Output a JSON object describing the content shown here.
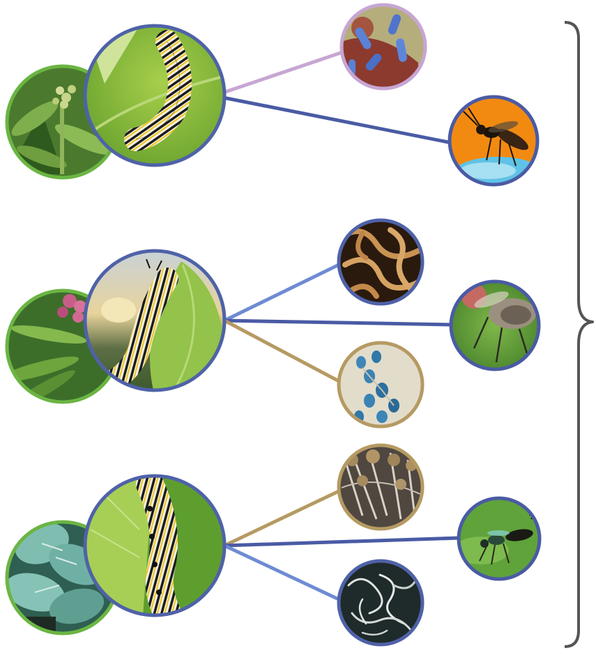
{
  "colors": {
    "plant_ring": "#6bb543",
    "caterpillar_ring": "#4f62a8",
    "bacteria_link": "#c7a6d3",
    "parasitoid_link": "#4a5ba4",
    "nematode_link": "#6f8bd3",
    "fungus_link": "#b59a62",
    "brace": "#555555"
  },
  "groups": [
    {
      "plant_icon": "milkweed-flower-buds-photo",
      "caterpillar_icon": "monarch-caterpillar-on-leaf-photo",
      "partners": [
        {
          "icon": "bacteria-micrograph",
          "kind": "bacteria"
        },
        {
          "icon": "parasitoid-wasp-photo",
          "kind": "parasitoid"
        }
      ]
    },
    {
      "plant_icon": "pink-milkweed-photo",
      "caterpillar_icon": "monarch-caterpillar-sunset-photo",
      "partners": [
        {
          "icon": "nematode-micrograph",
          "kind": "nematode"
        },
        {
          "icon": "tachinid-fly-photo",
          "kind": "parasitoid"
        },
        {
          "icon": "yeast-spores-micrograph",
          "kind": "fungus"
        }
      ]
    },
    {
      "plant_icon": "broadleaf-milkweed-photo",
      "caterpillar_icon": "monarch-caterpillar-closeup-photo",
      "partners": [
        {
          "icon": "fungal-hyphae-micrograph",
          "kind": "fungus"
        },
        {
          "icon": "parasitoid-wasp-green-photo",
          "kind": "parasitoid"
        },
        {
          "icon": "nematode-worms-micrograph",
          "kind": "nematode"
        }
      ]
    }
  ]
}
